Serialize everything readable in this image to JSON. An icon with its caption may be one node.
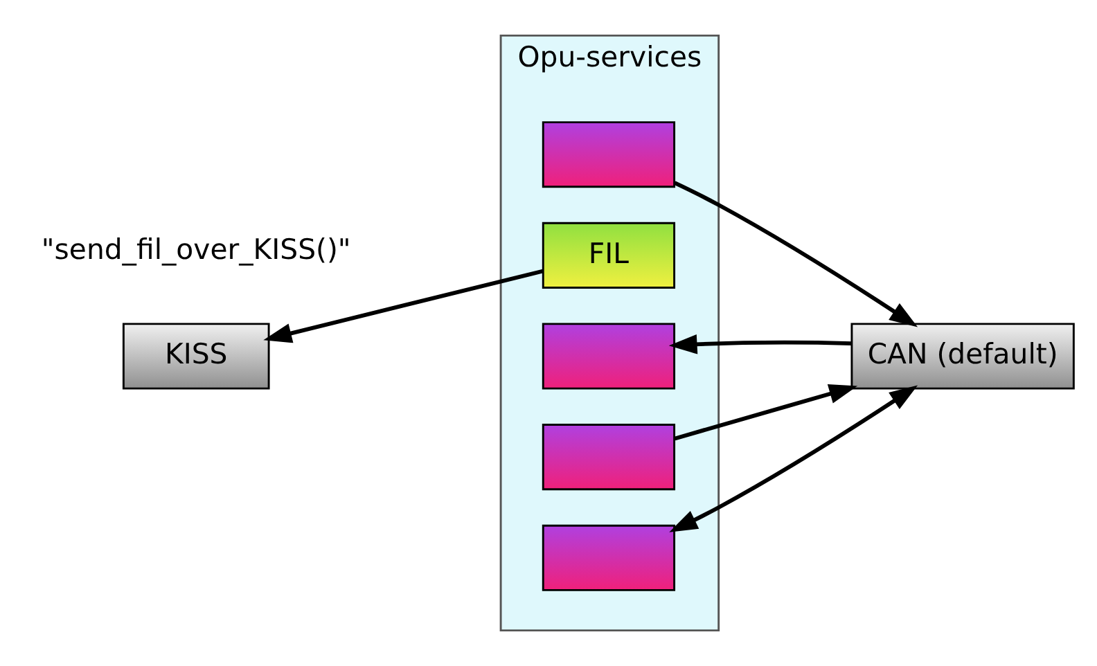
{
  "diagram": {
    "nodes": [
      {
        "text": [
          "Opu-services"
        ]
      },
      {
        "text": [],
        "shape": "box",
        "in": 0
      },
      {
        "text": [
          "FIL"
        ],
        "in": 0
      },
      {
        "text": [],
        "shape": "box",
        "in": 0
      },
      {
        "text": [],
        "shape": "box",
        "in": 0
      },
      {
        "text": [],
        "shape": "box",
        "in": 0
      },
      {
        "text": [
          "KISS"
        ]
      },
      {
        "text": [
          "CAN (default)"
        ]
      }
    ],
    "edges": [
      {
        "from": 1,
        "to": 7,
        "arrow": "to"
      },
      {
        "from": 2,
        "to": 6,
        "arrow": "to"
      },
      {
        "from": 7,
        "to": 3,
        "arrow": "to"
      },
      {
        "from": 4,
        "to": 7,
        "arrow": "to"
      },
      {
        "from": 7,
        "to": 5,
        "arrow": "both"
      }
    ],
    "labels": [
      "\"send_fil_over_KISS()\""
    ]
  }
}
